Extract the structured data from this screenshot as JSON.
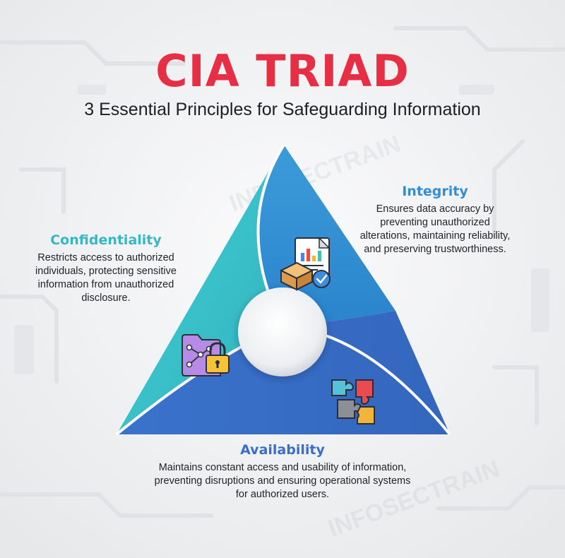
{
  "title": "CIA TRIAD",
  "subtitle": "3 Essential Principles for Safeguarding Information",
  "watermark": "INFOSECTRAIN",
  "colors": {
    "title": "#e62e45",
    "confidentiality": "#38c2c9",
    "integrity": "#2f8fd6",
    "availability": "#3c6ec7"
  },
  "confidentiality": {
    "heading": "Confidentiality",
    "body": "Restricts access to authorized\nindividuals, protecting sensitive\ninformation from unauthorized\ndisclosure.",
    "icon": "folder-lock-icon"
  },
  "integrity": {
    "heading": "Integrity",
    "body": "Ensures data accuracy by\npreventing unauthorized\nalterations, maintaining reliability,\nand preserving trustworthiness.",
    "icon": "document-box-check-icon"
  },
  "availability": {
    "heading": "Availability",
    "body": "Maintains constant access and usability of information,\npreventing disruptions and ensuring operational systems\nfor authorized users.",
    "icon": "puzzle-icon"
  }
}
